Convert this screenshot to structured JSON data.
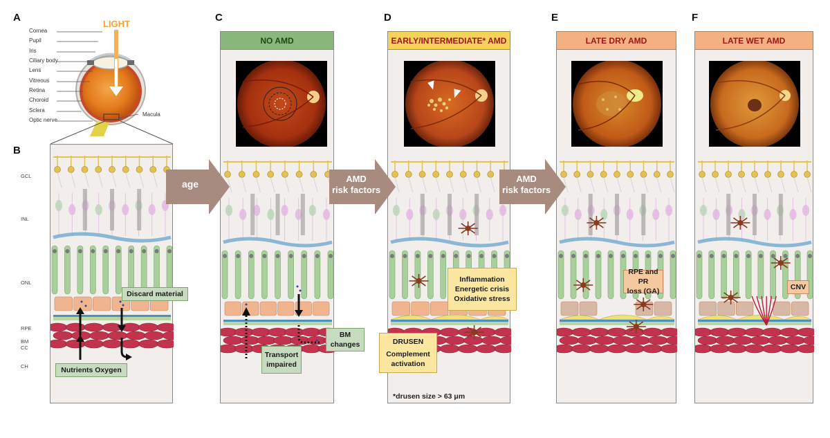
{
  "letters": {
    "a": "A",
    "b": "B",
    "c": "C",
    "d": "D",
    "e": "E",
    "f": "F"
  },
  "eye": {
    "light_label": "LIGHT",
    "parts": [
      "Cornea",
      "Pupil",
      "Iris",
      "Ciliary body",
      "Lens",
      "Vitreous",
      "Retina",
      "Choroid",
      "Sclera",
      "Optic nerve"
    ],
    "macula_label": "Macula"
  },
  "layer_labels": [
    "GCL",
    "INL",
    "ONL",
    "RPE",
    "BM",
    "CC",
    "CH"
  ],
  "panels": {
    "c": {
      "title": "NO AMD",
      "color": "#8ab77b",
      "text_color": "#1f4a14"
    },
    "d": {
      "title": "EARLY/INTERMEDIATE* AMD",
      "color": "#f5d35a",
      "text_color": "#a0161b"
    },
    "e": {
      "title": "LATE DRY AMD",
      "color": "#f3b182",
      "text_color": "#a0161b"
    },
    "f": {
      "title": "LATE WET AMD",
      "color": "#f3b182",
      "text_color": "#a0161b"
    }
  },
  "arrows": {
    "age": "age",
    "risk1_line1": "AMD",
    "risk1_line2": "risk factors",
    "risk2_line1": "AMD",
    "risk2_line2": "risk factors"
  },
  "boxes": {
    "discard": "Discard material",
    "nutrients": "Nutrients Oxygen",
    "transport_line1": "Transport",
    "transport_line2": "impaired",
    "bm_line1": "BM",
    "bm_line2": "changes",
    "inflammation": "Inflammation",
    "energetic": "Energetic crisis",
    "oxidative": "Oxidative stress",
    "drusen": "DRUSEN",
    "complement_line1": "Complement",
    "complement_line2": "activation",
    "rpe_line1": "RPE and PR",
    "rpe_line2": "loss (GA)",
    "cnv": "CNV"
  },
  "footnote": "*drusen size > 63 μm",
  "colors": {
    "panel_bg": "#f1eeeb",
    "arrow_fill": "#a68b7e",
    "gcl": "#e3c152",
    "inl_pink": "#e3b7e3",
    "bipolar_green": "#b7d7b5",
    "horizontal_blue": "#6fa9cf",
    "pr_green": "#a9cf9c",
    "rpe_peach": "#f0b48e",
    "bm_blue": "#4f8fbd",
    "cc_green": "#b6d7a2",
    "choroid_red": "#c2334e",
    "drusen_yellow": "#ede27a",
    "microglia": "#8a3a1e"
  }
}
